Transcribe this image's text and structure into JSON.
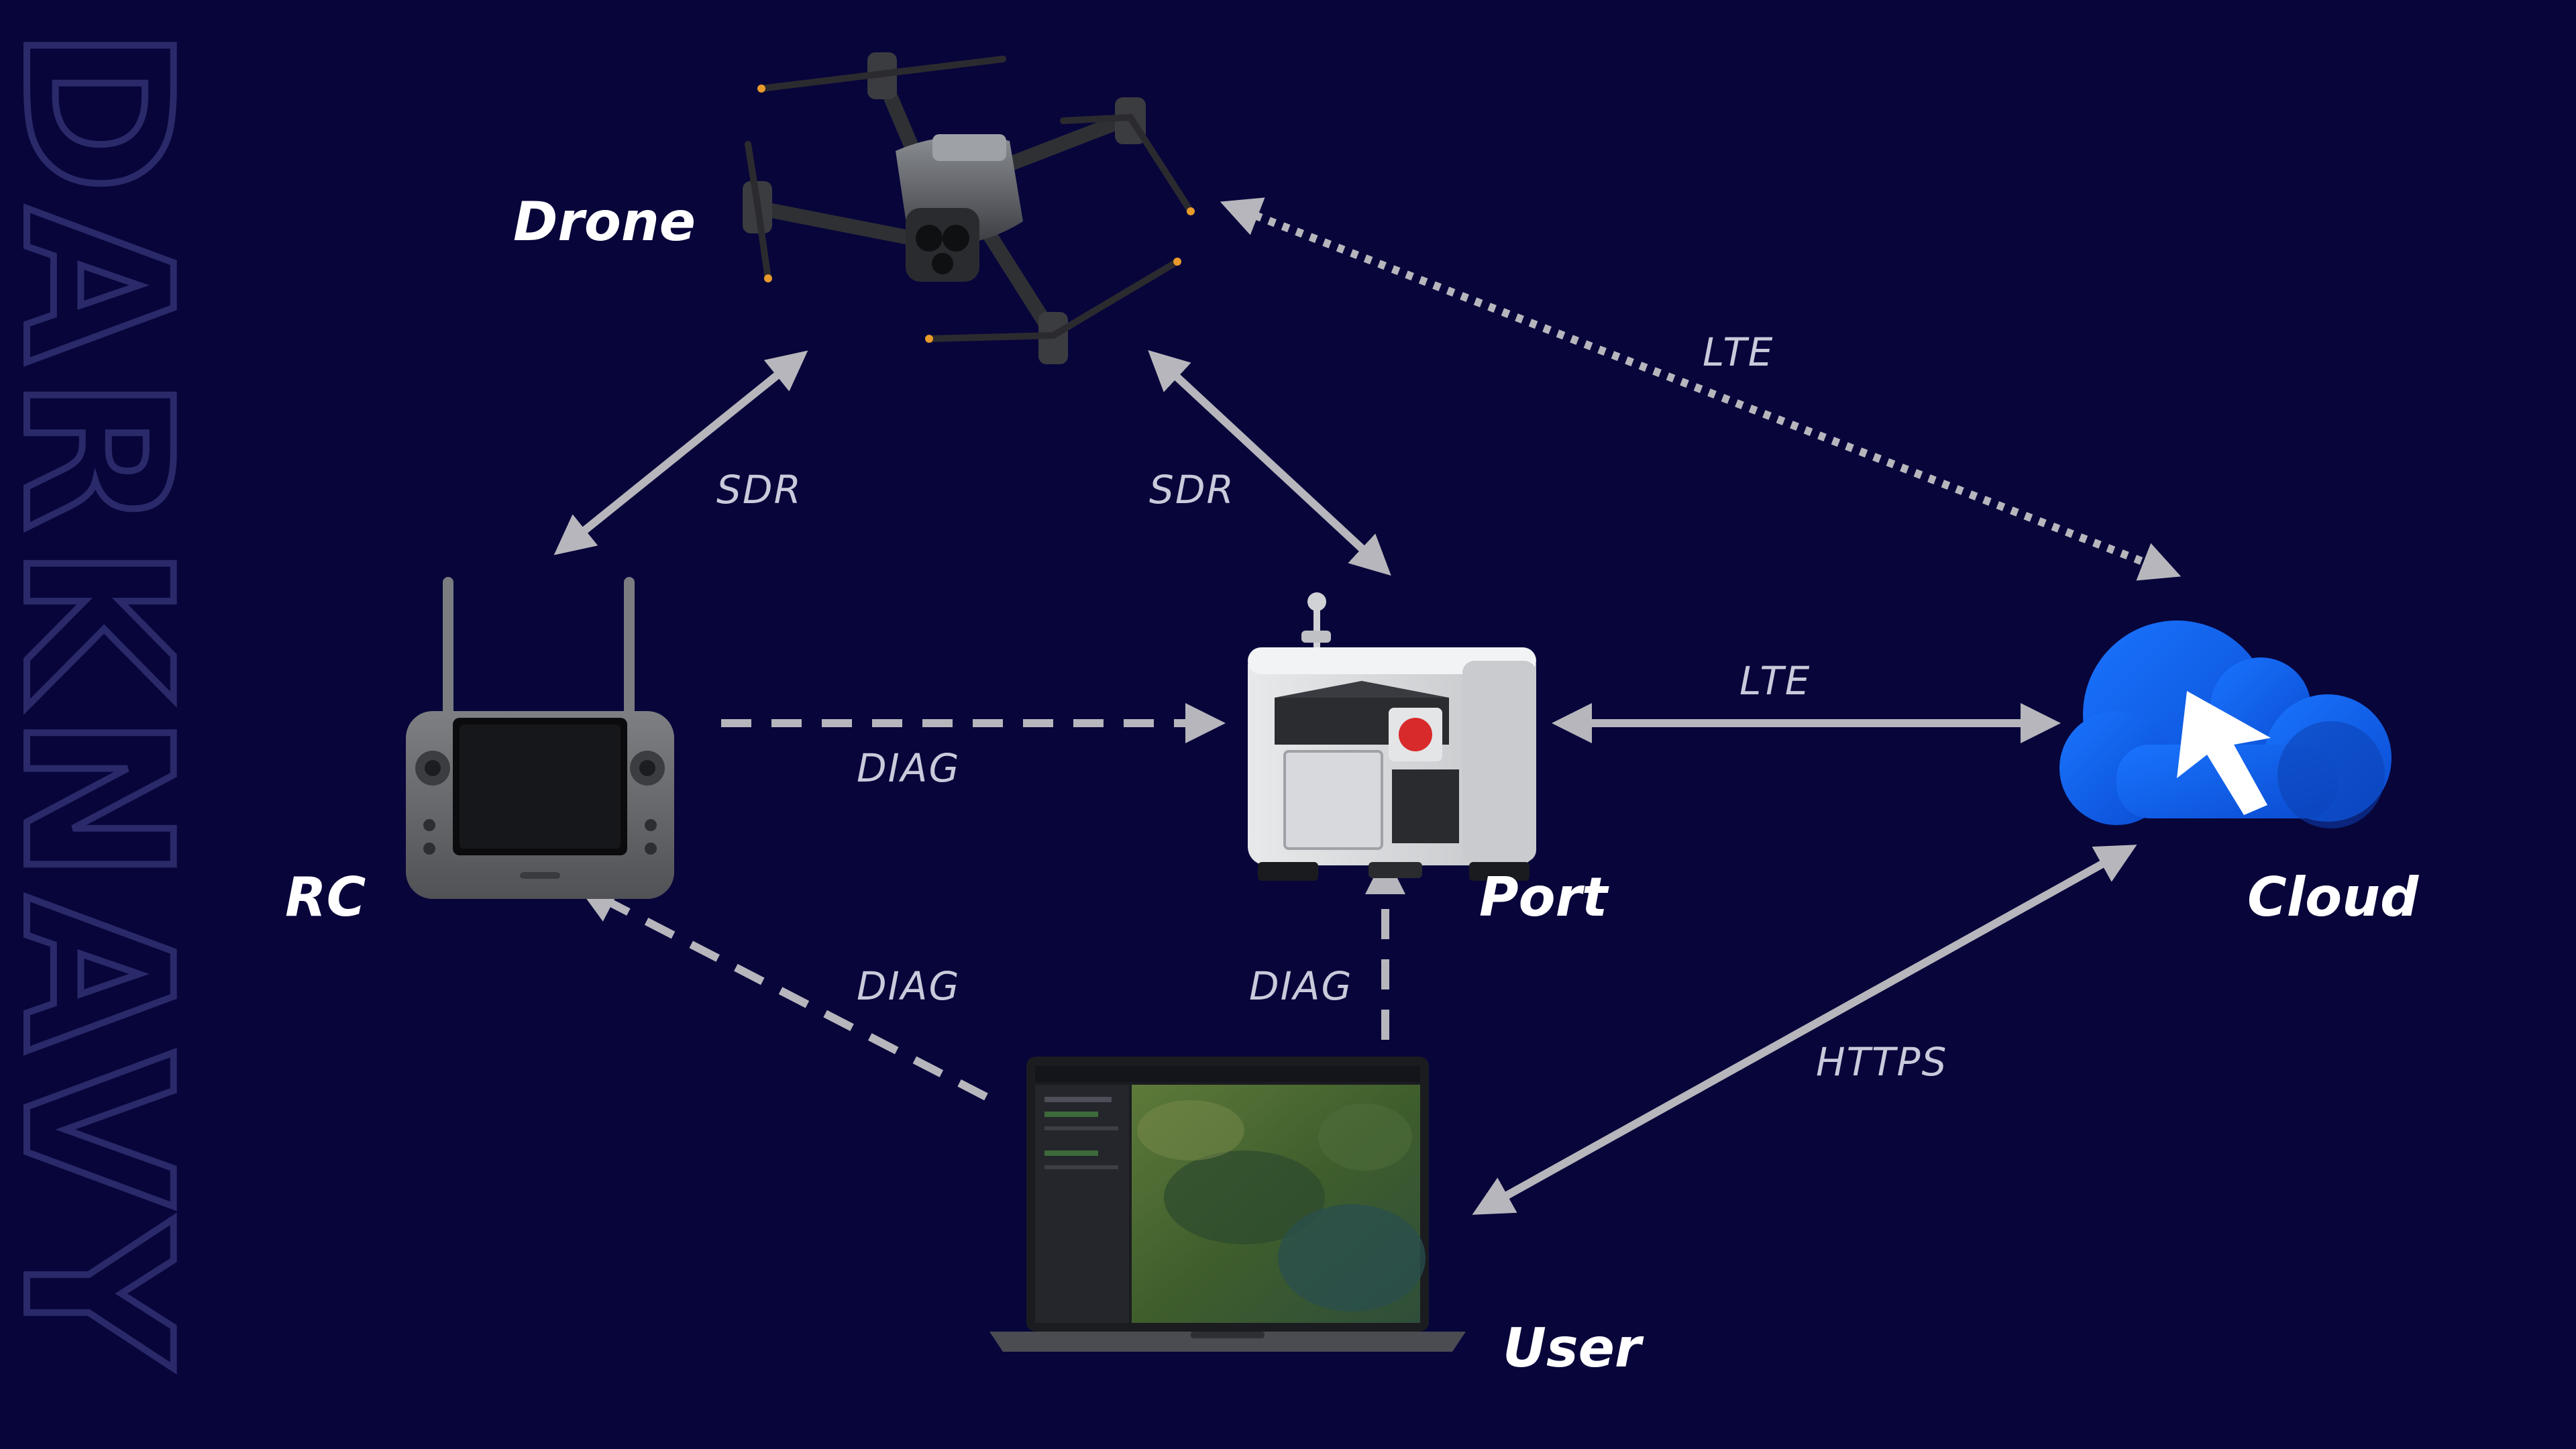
{
  "watermark": "DARKNAVY",
  "colors": {
    "background": "#07053a",
    "arrow": "#b6b6bc",
    "label_text": "#ffffff",
    "edge_text": "#c9cadb",
    "cloud_blue": "#1160e8"
  },
  "nodes": {
    "drone": {
      "label": "Drone",
      "icon": "drone-icon"
    },
    "rc": {
      "label": "RC",
      "icon": "remote-controller-icon"
    },
    "port": {
      "label": "Port",
      "icon": "dock-station-icon"
    },
    "cloud": {
      "label": "Cloud",
      "icon": "cloud-icon"
    },
    "user": {
      "label": "User",
      "icon": "laptop-icon"
    }
  },
  "edges": [
    {
      "id": "drone-rc",
      "from": "drone",
      "to": "rc",
      "label": "SDR",
      "style": "solid",
      "direction": "both"
    },
    {
      "id": "drone-port",
      "from": "drone",
      "to": "port",
      "label": "SDR",
      "style": "solid",
      "direction": "both"
    },
    {
      "id": "drone-cloud",
      "from": "drone",
      "to": "cloud",
      "label": "LTE",
      "style": "dotted",
      "direction": "both"
    },
    {
      "id": "port-cloud",
      "from": "port",
      "to": "cloud",
      "label": "LTE",
      "style": "solid",
      "direction": "both"
    },
    {
      "id": "rc-port",
      "from": "rc",
      "to": "port",
      "label": "DIAG",
      "style": "dashed",
      "direction": "forward"
    },
    {
      "id": "user-rc",
      "from": "user",
      "to": "rc",
      "label": "DIAG",
      "style": "dashed",
      "direction": "forward"
    },
    {
      "id": "user-port",
      "from": "user",
      "to": "port",
      "label": "DIAG",
      "style": "dashed",
      "direction": "forward"
    },
    {
      "id": "user-cloud",
      "from": "user",
      "to": "cloud",
      "label": "HTTPS",
      "style": "solid",
      "direction": "both"
    }
  ]
}
